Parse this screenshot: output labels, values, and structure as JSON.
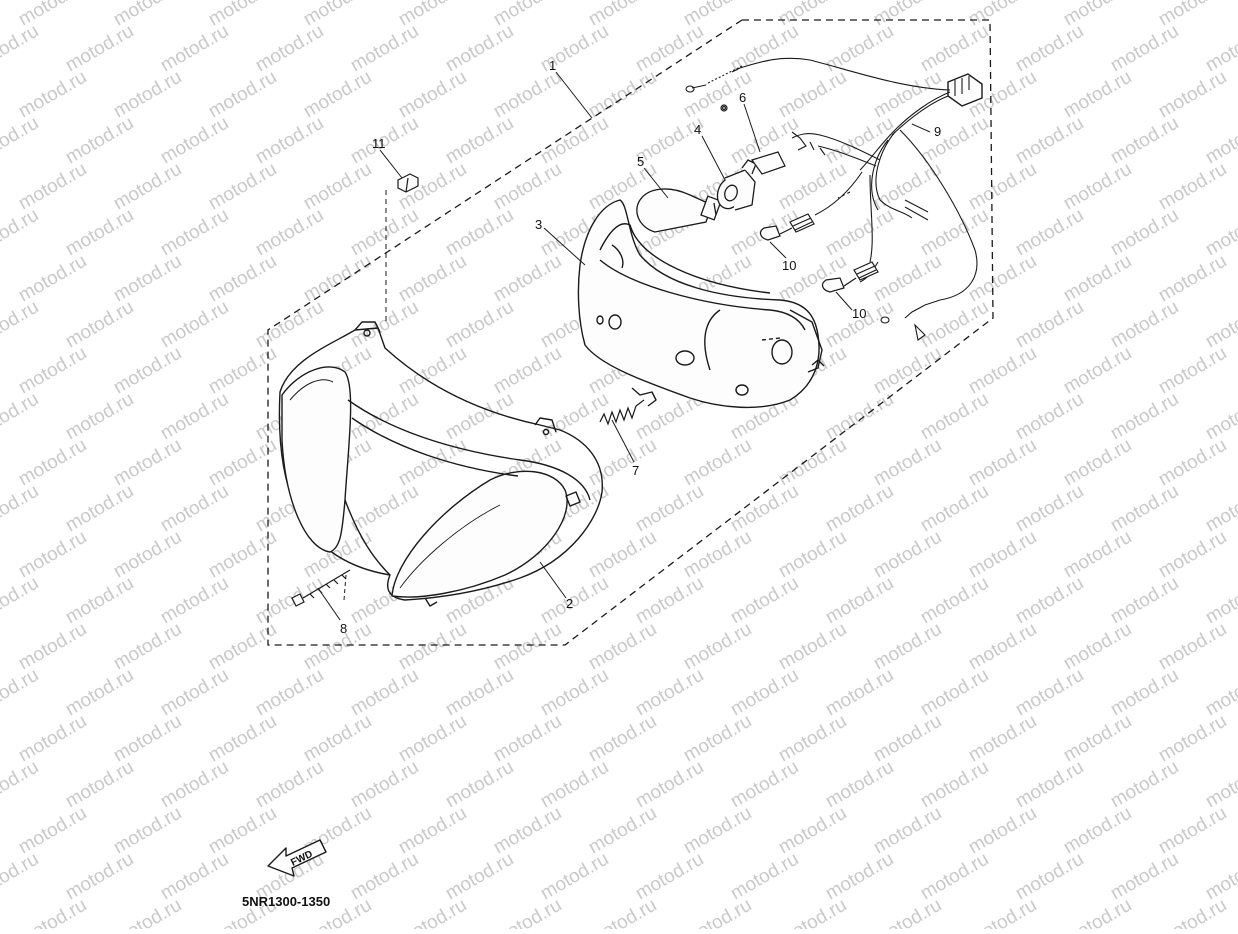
{
  "watermark": "motod.ru",
  "diagram_code": "5NR1300-1350",
  "fwd_label": "FWD",
  "colors": {
    "line": "#1a1a1a",
    "watermark": "#c9c9c9",
    "background": "#ffffff"
  },
  "callouts": [
    "1",
    "2",
    "3",
    "4",
    "5",
    "6",
    "7",
    "8",
    "9",
    "10",
    "10",
    "11"
  ]
}
